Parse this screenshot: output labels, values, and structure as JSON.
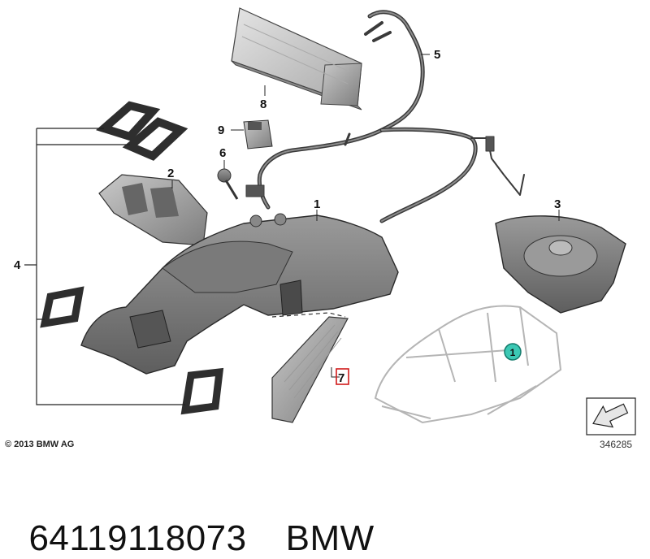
{
  "diagram": {
    "callouts": {
      "c1": "1",
      "c2": "2",
      "c3": "3",
      "c4": "4",
      "c5": "5",
      "c6": "6",
      "c7": "7",
      "c8": "8",
      "c9": "9"
    },
    "car_marker": "1",
    "marker_color": "#3cc8b4",
    "highlight_color": "#d01a1a"
  },
  "copyright": "© 2013 BMW AG",
  "reference_number": "346285",
  "footer": {
    "part_number": "64119118073",
    "brand": "BMW"
  }
}
